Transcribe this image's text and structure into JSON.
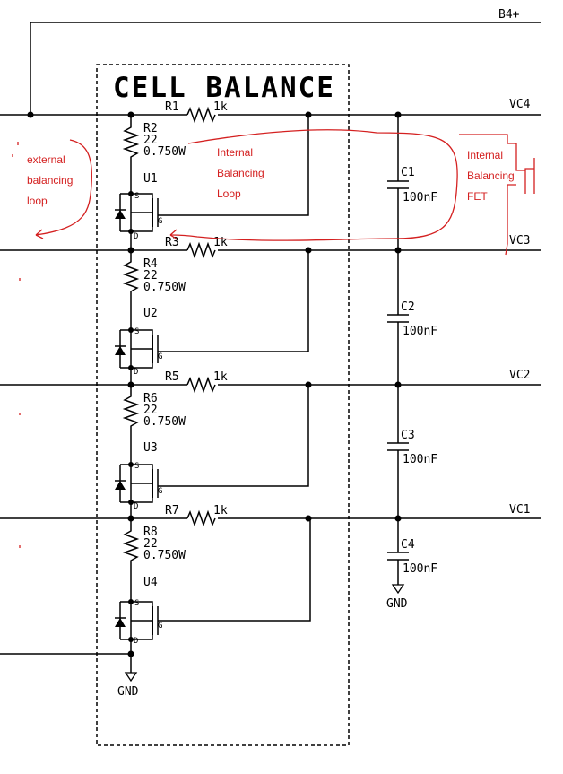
{
  "title": "CELL BALANCE",
  "nets": {
    "b4": "B4+",
    "vc4": "VC4",
    "vc3": "VC3",
    "vc2": "VC2",
    "vc1": "VC1",
    "gnd": "GND"
  },
  "resistors": [
    {
      "ref": "R1",
      "value": "1k"
    },
    {
      "ref": "R2",
      "value": "22",
      "power": "0.750W"
    },
    {
      "ref": "R3",
      "value": "1k"
    },
    {
      "ref": "R4",
      "value": "22",
      "power": "0.750W"
    },
    {
      "ref": "R5",
      "value": "1k"
    },
    {
      "ref": "R6",
      "value": "22",
      "power": "0.750W"
    },
    {
      "ref": "R7",
      "value": "1k"
    },
    {
      "ref": "R8",
      "value": "22",
      "power": "0.750W"
    }
  ],
  "fets": [
    {
      "ref": "U1",
      "s": "S",
      "g": "G",
      "d": "D"
    },
    {
      "ref": "U2",
      "s": "S",
      "g": "G",
      "d": "D"
    },
    {
      "ref": "U3",
      "s": "S",
      "g": "G",
      "d": "D"
    },
    {
      "ref": "U4",
      "s": "S",
      "g": "G",
      "d": "D"
    }
  ],
  "capacitors": [
    {
      "ref": "C1",
      "value": "100nF"
    },
    {
      "ref": "C2",
      "value": "100nF"
    },
    {
      "ref": "C3",
      "value": "100nF"
    },
    {
      "ref": "C4",
      "value": "100nF"
    }
  ],
  "annotations": {
    "external": [
      "external",
      "balancing",
      "loop"
    ],
    "internal_loop": [
      "Internal",
      "Balancing",
      "Loop"
    ],
    "internal_fet": [
      "Internal",
      "Balancing",
      "FET"
    ]
  },
  "colors": {
    "wire": "#000000",
    "annotation": "#d42020"
  }
}
